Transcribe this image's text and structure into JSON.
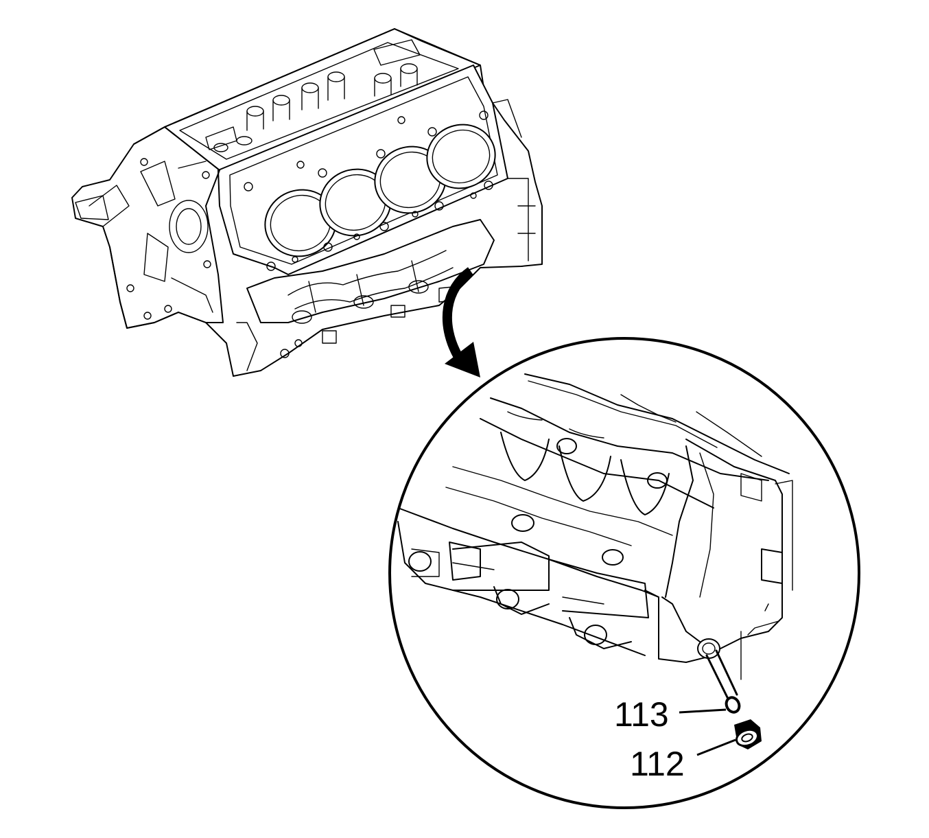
{
  "callouts": [
    {
      "id": "113",
      "label": "113"
    },
    {
      "id": "112",
      "label": "112"
    }
  ],
  "icons": {
    "detail_arrow": "curved-arrow",
    "engine_block": "engine-block-illustration",
    "detail_view": "magnified-detail-circle"
  }
}
